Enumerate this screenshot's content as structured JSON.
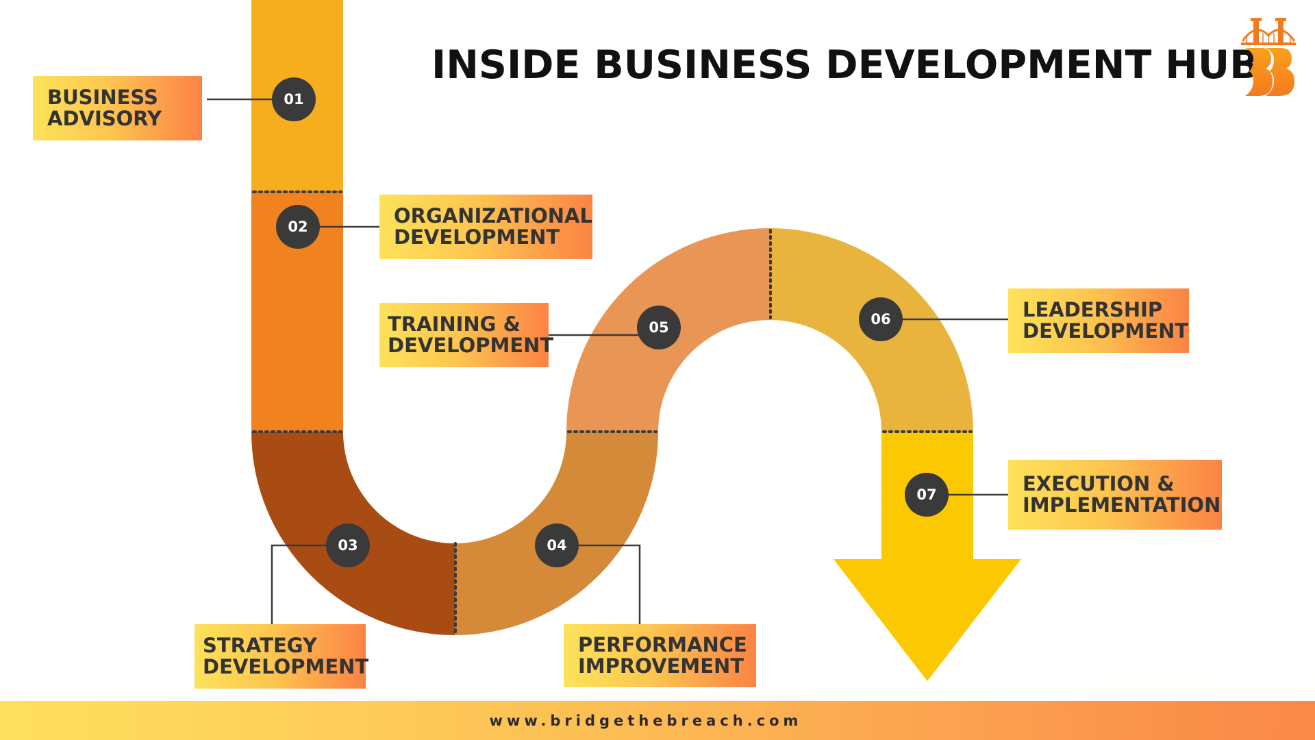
{
  "title": "INSIDE BUSINESS DEVELOPMENT HUB",
  "footer_url": "www.bridgethebreach.com",
  "colors": {
    "segment_01": "#f6ae1e",
    "segment_02": "#f08220",
    "segment_03": "#a84c13",
    "segment_04": "#d48a38",
    "segment_05": "#e99556",
    "segment_06": "#e8b43e",
    "segment_07": "#fcc802",
    "marker": "#3a3a3a",
    "label_gradient_start": "#fde25a",
    "label_gradient_end": "#fb8444"
  },
  "steps": [
    {
      "number": "01",
      "label_line1": "BUSINESS",
      "label_line2": "ADVISORY"
    },
    {
      "number": "02",
      "label_line1": "ORGANIZATIONAL",
      "label_line2": "DEVELOPMENT"
    },
    {
      "number": "03",
      "label_line1": "STRATEGY",
      "label_line2": "DEVELOPMENT"
    },
    {
      "number": "04",
      "label_line1": "PERFORMANCE",
      "label_line2": "IMPROVEMENT"
    },
    {
      "number": "05",
      "label_line1": "TRAINING &",
      "label_line2": "DEVELOPMENT"
    },
    {
      "number": "06",
      "label_line1": "LEADERSHIP",
      "label_line2": "DEVELOPMENT"
    },
    {
      "number": "07",
      "label_line1": "EXECUTION &",
      "label_line2": "IMPLEMENTATION"
    }
  ],
  "logo_icon": "bridge-bb-logo"
}
